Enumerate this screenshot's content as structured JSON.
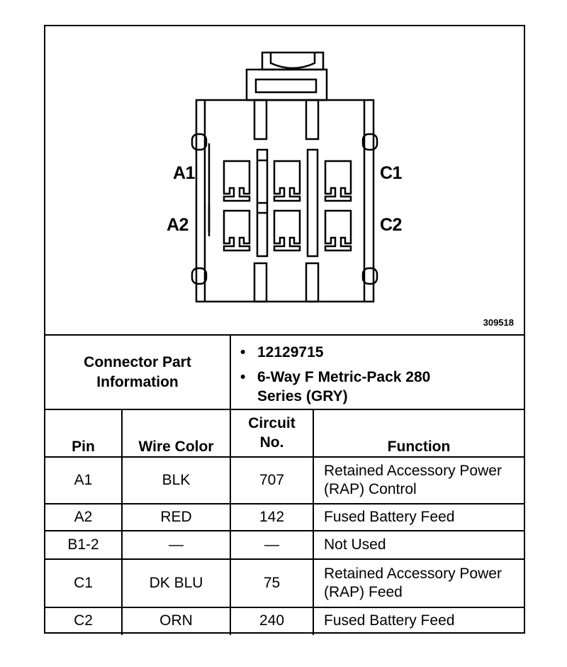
{
  "diagram": {
    "pin_labels": {
      "a1": "A1",
      "a2": "A2",
      "c1": "C1",
      "c2": "C2"
    },
    "figure_id": "309518"
  },
  "connector_info": {
    "label": "Connector Part Information",
    "bullet_mark": "•",
    "items": [
      "12129715",
      "6-Way F Metric-Pack 280 Series (GRY)"
    ]
  },
  "table": {
    "headers": {
      "pin": "Pin",
      "wire_color": "Wire Color",
      "circuit": "Circuit No.",
      "function": "Function"
    },
    "rows": [
      {
        "pin": "A1",
        "wire_color": "BLK",
        "circuit": "707",
        "function": "Retained Accessory Power (RAP) Control"
      },
      {
        "pin": "A2",
        "wire_color": "RED",
        "circuit": "142",
        "function": "Fused Battery Feed"
      },
      {
        "pin": "B1-2",
        "wire_color": "—",
        "circuit": "—",
        "function": "Not Used"
      },
      {
        "pin": "C1",
        "wire_color": "DK BLU",
        "circuit": "75",
        "function": "Retained Accessory Power (RAP) Feed"
      },
      {
        "pin": "C2",
        "wire_color": "ORN",
        "circuit": "240",
        "function": "Fused Battery Feed"
      }
    ]
  }
}
